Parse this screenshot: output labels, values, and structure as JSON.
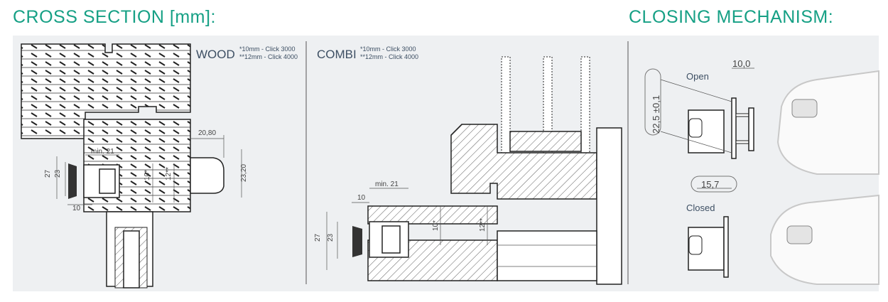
{
  "headings": {
    "cross_section": "CROSS SECTION [mm]:",
    "closing_mechanism": "CLOSING MECHANISM:"
  },
  "wood": {
    "label": "WOOD",
    "note1": "*10mm - Click 3000",
    "note2": "**12mm - Click 4000",
    "dims": {
      "d2080": "20,80",
      "min21": "min. 21",
      "d27": "27",
      "d23": "23",
      "d10": "10",
      "d10s": "10*",
      "d12s": "12**",
      "d2320": "23,20"
    }
  },
  "combi": {
    "label": "COMBI",
    "note1": "*10mm - Click 3000",
    "note2": "**12mm - Click 4000",
    "dims": {
      "min21": "min. 21",
      "d10": "10",
      "d27": "27",
      "d23": "23",
      "d10s": "10*",
      "d12s": "12**"
    }
  },
  "mechanism": {
    "open": "Open",
    "closed": "Closed",
    "d100": "10,0",
    "d225": "22,5 ±0,1",
    "d157": "15,7"
  },
  "colors": {
    "accent": "#16a085",
    "panel": "#eef0f2"
  }
}
